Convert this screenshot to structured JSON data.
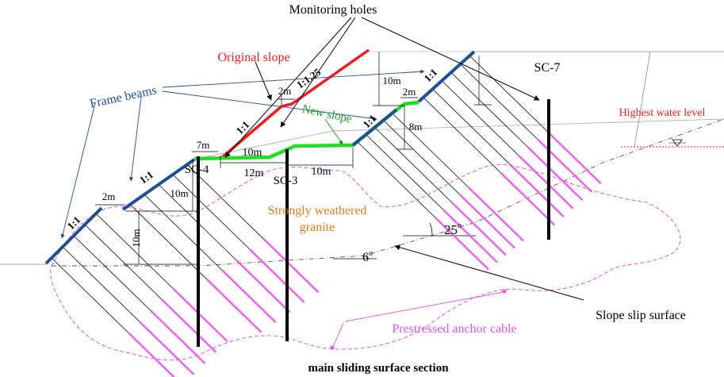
{
  "labels": {
    "monitoring_holes": "Monitoring holes",
    "original_slope": "Original slope",
    "frame_beams": "Frame beams",
    "new_slope": "New slope",
    "highest_water_level": "Highest water level",
    "strongly_weathered_1": "Strongly weathered",
    "strongly_weathered_2": "granite",
    "slope_slip_surface": "Slope slip surface",
    "prestressed_anchor_cable": "Prestressed anchor cable",
    "caption": "main sliding surface section"
  },
  "holes": {
    "sc4": "SC-4",
    "sc3": "SC-3",
    "sc7": "SC-7"
  },
  "ratios": {
    "r1": "1:1",
    "r2": "1:1",
    "r3": "1:1",
    "r4": "1:1.25",
    "r5": "1:1",
    "r6": "1:1"
  },
  "dims": {
    "d_2m_a": "2m",
    "d_7m": "7m",
    "d_10m_a": "10m",
    "d_10m_b": "10m",
    "d_2m_b": "2m",
    "d_10m_c": "10m",
    "d_12m": "12m",
    "d_10m_d": "10m",
    "d_10m_e": "10m",
    "d_2m_c": "2m",
    "d_8m": "8m"
  },
  "angles": {
    "a25": "25",
    "a6": "6",
    "deg": "o"
  },
  "colors": {
    "frame_beam": "#1f4e96",
    "original_slope": "#ee1c1c",
    "new_slope": "#22dd22",
    "anchor": "#ee66ee",
    "water": "#ee1c1c",
    "boundary": "#e055e0"
  }
}
